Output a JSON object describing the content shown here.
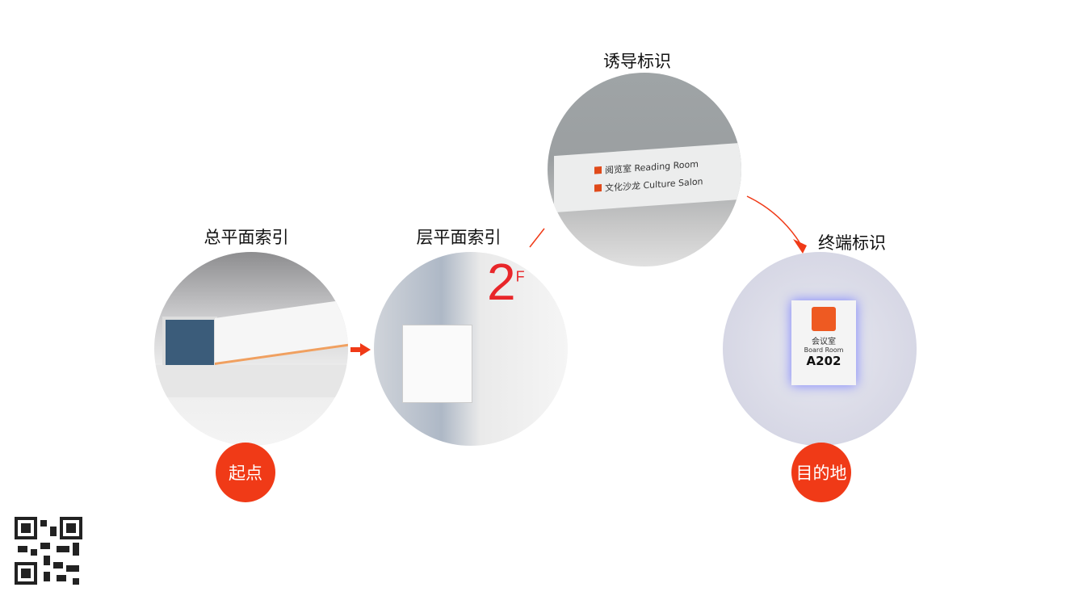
{
  "stages": [
    {
      "label": "总平面索引"
    },
    {
      "label": "层平面索引",
      "floor": "2",
      "floor_sup": "F"
    },
    {
      "label": "诱导标识",
      "sign_line1": "阅览室 Reading Room",
      "sign_line2": "文化沙龙 Culture Salon"
    },
    {
      "label": "终端标识",
      "room_cn": "会议室",
      "room_en": "Board Room",
      "room_no": "A202"
    }
  ],
  "badges": {
    "start": "起点",
    "end": "目的地"
  },
  "colors": {
    "accent": "#f03a17",
    "circle_gray": "#c8c8cc",
    "room_icon": "#ee5a22"
  }
}
